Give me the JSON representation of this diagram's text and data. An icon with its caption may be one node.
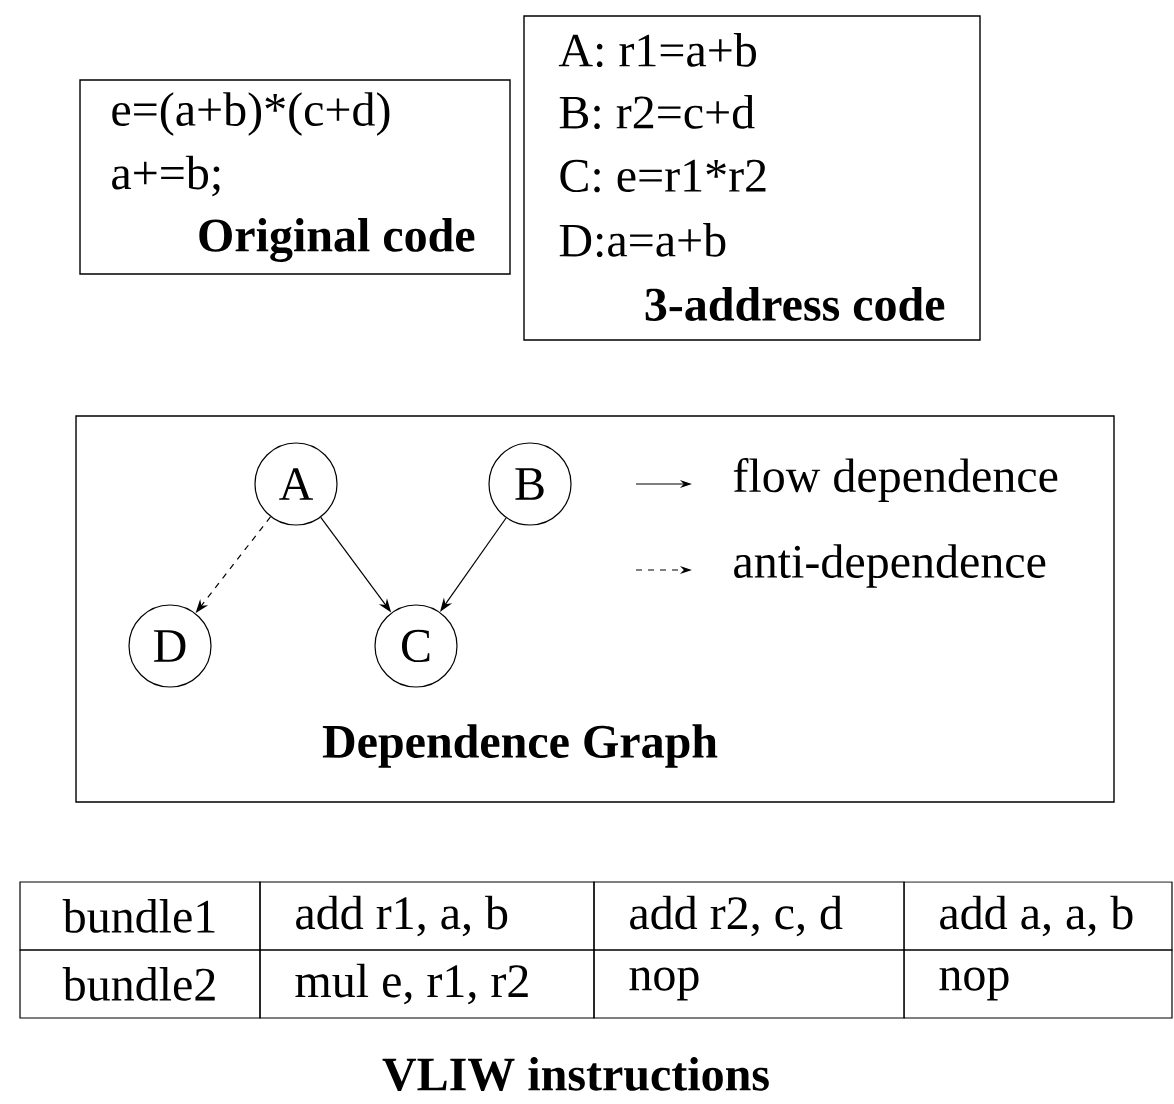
{
  "diagram": {
    "nodes": [
      {
        "text": [
          "e=(a+b)*(c+d)",
          "a+=b;",
          "Original code"
        ]
      },
      {
        "text": [
          "A: r1=a+b",
          "B: r2=c+d",
          "C: e=r1*r2",
          "D:a=a+b",
          "3-address code"
        ]
      },
      {
        "text": [
          "Dependence Graph"
        ]
      },
      {
        "text": [
          "A"
        ],
        "in": 2
      },
      {
        "text": [
          "B"
        ],
        "in": 2
      },
      {
        "text": [
          "D"
        ],
        "in": 2
      },
      {
        "text": [
          "C"
        ],
        "in": 2
      }
    ],
    "edges": [
      {
        "from": 3,
        "to": 5,
        "arrow": "to",
        "style": "dashed"
      },
      {
        "from": 3,
        "to": 6,
        "arrow": "to"
      },
      {
        "from": 4,
        "to": 6,
        "arrow": "to"
      }
    ],
    "labels": [
      "bundle1",
      "add r1, a, b",
      "add r2, c, d",
      "add a, a, b",
      "bundle2",
      "mul e, r1, r2",
      "nop",
      "nop",
      "VLIW instructions"
    ],
    "legend": [
      {
        "text": "flow dependence"
      },
      {
        "text": "anti-dependence"
      }
    ]
  }
}
